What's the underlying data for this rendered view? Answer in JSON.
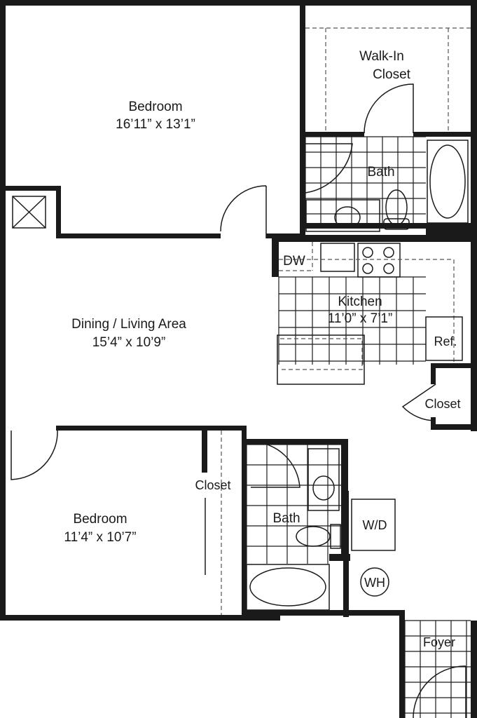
{
  "rooms": {
    "bedroom_1": {
      "name": "Bedroom",
      "size": "16’11” x 13’1”"
    },
    "walk_in_closet": {
      "line1": "Walk-In",
      "line2": "Closet"
    },
    "bath_1": {
      "name": "Bath"
    },
    "dw": {
      "name": "DW"
    },
    "kitchen": {
      "name": "Kitchen",
      "size": "11’0” x 7’1”"
    },
    "ref": {
      "name": "Ref."
    },
    "closet_hall": {
      "name": "Closet"
    },
    "living": {
      "name": "Dining / Living Area",
      "size": "15’4” x 10’9”"
    },
    "bedroom_2": {
      "name": "Bedroom",
      "size": "11’4” x 10’7”"
    },
    "closet_bed2": {
      "name": "Closet"
    },
    "bath_2": {
      "name": "Bath"
    },
    "wd": {
      "name": "W/D"
    },
    "wh": {
      "name": "WH"
    },
    "foyer": {
      "name": "Foyer"
    }
  }
}
